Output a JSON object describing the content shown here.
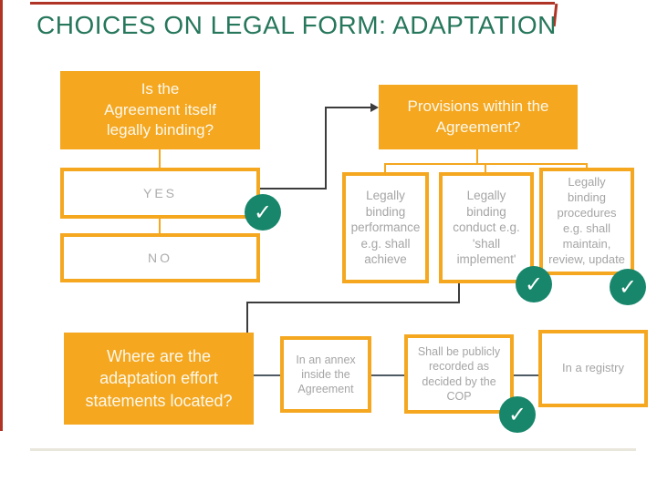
{
  "title": "CHOICES ON LEGAL FORM: ADAPTATION",
  "icons": {
    "check": "✓"
  },
  "colors": {
    "accent_orange": "#F4A71F",
    "title_green": "#26775B",
    "check_green": "#17866B",
    "frame_red": "#B03425",
    "muted_text": "#A5A5A5"
  },
  "boxes": {
    "q1": "Is the\nAgreement itself\nlegally binding?",
    "q2": "Provisions within the\nAgreement?",
    "yes": "YES",
    "no": "NO",
    "opt_performance": "Legally\nbinding\nperformance\ne.g. shall\nachieve",
    "opt_conduct": "Legally\nbinding\nconduct e.g.\n'shall\nimplement'",
    "opt_procedures": "Legally\nbinding\nprocedures\ne.g. shall\nmaintain,\nreview, update",
    "q3": "Where are the\nadaptation effort\nstatements located?",
    "loc_annex": "In an annex\ninside the\nAgreement",
    "loc_cop": "Shall be publicly\nrecorded as\ndecided by the\nCOP",
    "loc_registry": "In a registry"
  }
}
